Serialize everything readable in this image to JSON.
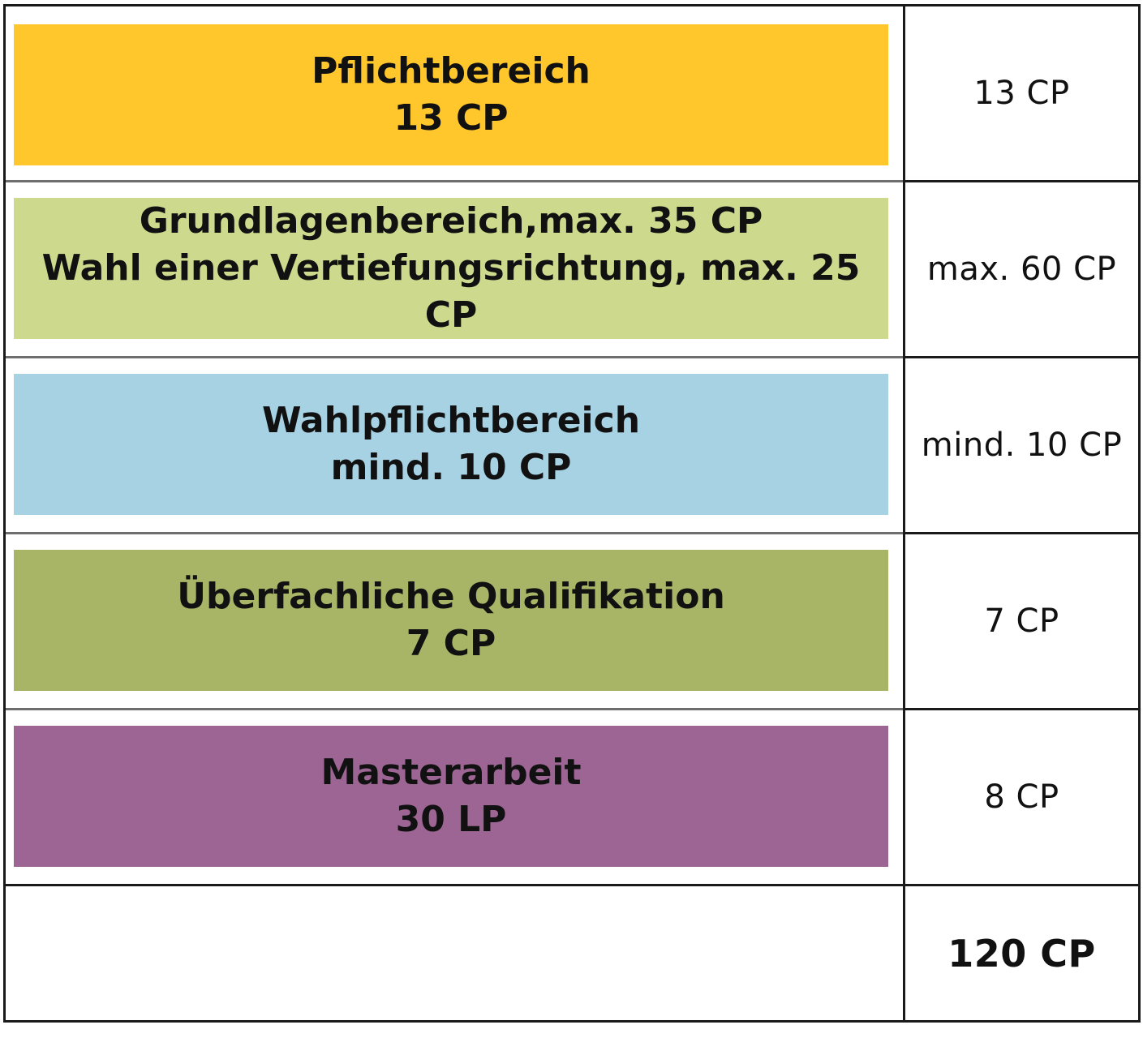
{
  "colors": {
    "pflicht": "#ffc72c",
    "grundlagen": "#cdda8d",
    "wahlpflicht": "#a6d2e4",
    "ueberfachlich": "#a8b566",
    "master": "#9d6593"
  },
  "rows": [
    {
      "line1": "Pflichtbereich",
      "line2": "13 CP",
      "right": "13 CP"
    },
    {
      "line1": "Grundlagenbereich,max. 35 CP",
      "line2": "Wahl einer Vertiefungsrichtung, max. 25 CP",
      "right": "max. 60 CP"
    },
    {
      "line1": "Wahlpflichtbereich",
      "line2": "mind. 10 CP",
      "right": "mind. 10 CP"
    },
    {
      "line1": "Überfachliche Qualifikation",
      "line2": "7 CP",
      "right": "7 CP"
    },
    {
      "line1": "Masterarbeit",
      "line2": "30 LP",
      "right": "8 CP"
    }
  ],
  "total": "120 CP"
}
